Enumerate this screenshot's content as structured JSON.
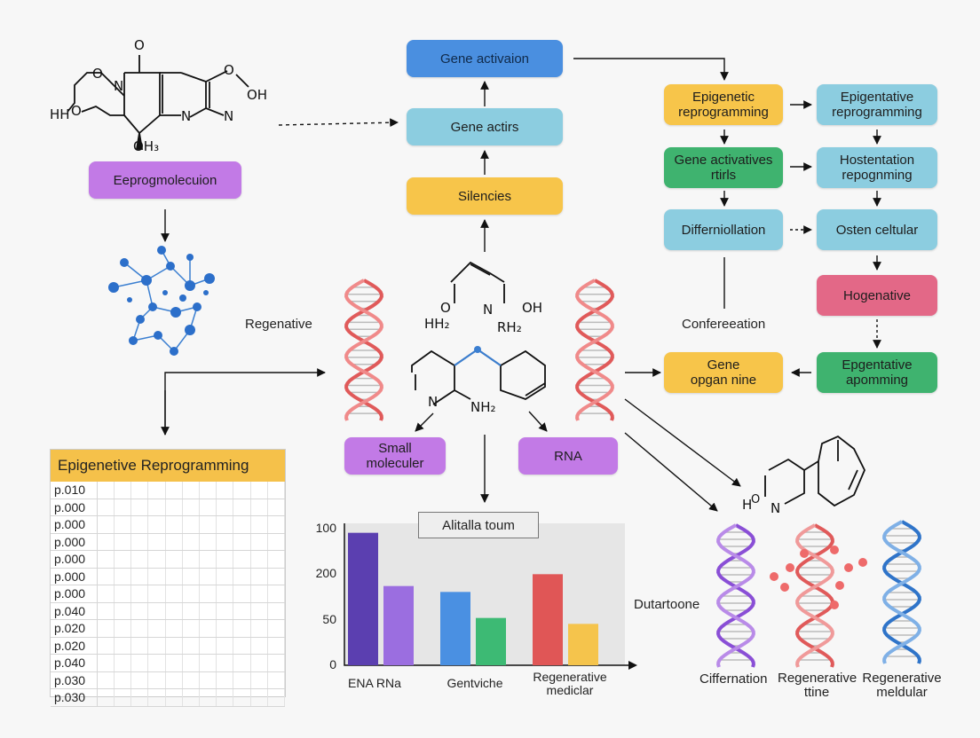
{
  "flow": {
    "gene_activaion": "Gene activaion",
    "gene_actirs": "Gene actirs",
    "silencies": "Silencies",
    "epigenetic_reprogramming": [
      "Epigenetic",
      "reprogramming"
    ],
    "epigentative_reprogramming": [
      "Epigentative",
      "reprogramming"
    ],
    "gene_activatives": [
      "Gene activatives",
      "rtirls"
    ],
    "hostentation": [
      "Hostentation",
      "repognming"
    ],
    "differntiation": "Differniollation",
    "osten_cellular": "Osten celtular",
    "hogenative": "Hogenative",
    "gene_organ": [
      "Gene",
      "opgan nine"
    ],
    "epgentative_apomming": [
      "Epgentative",
      "apomming"
    ],
    "eeprog": "Eeprogmolecuion",
    "small_molecule": "Small moleculer",
    "rna": "RNA"
  },
  "labels": {
    "regenative": "Regenative",
    "confereeation": "Confereeation",
    "dutartoone": "Dutartoone",
    "cifferniation": "Ciffernation",
    "regenerative_ttine": [
      "Regenerative",
      "ttine"
    ],
    "regenerative_meldular": [
      "Regenerative",
      "meldular"
    ]
  },
  "chem": {
    "top_left": {
      "o1": "O",
      "n1": "N",
      "o_top": "O",
      "o2": "O",
      "oh": "OH",
      "hh": "HH",
      "o3": "O",
      "n2": "N",
      "n3": "N",
      "oh3": "OH₃"
    },
    "center": {
      "o": "O",
      "n": "N",
      "oh": "OH",
      "hh2": "HH₂",
      "rh2": "RH₂",
      "n2": "N",
      "nh2": "NH₂"
    },
    "right": {
      "ho": "H",
      "o": "O",
      "n": "N"
    }
  },
  "table": {
    "title": "Epigenetive Reprogramming",
    "rows": [
      "p.010",
      "p.000",
      "p.000",
      "p.000",
      "p.000",
      "p.000",
      "p.000",
      "p.040",
      "p.020",
      "p.020",
      "p.040",
      "p.030",
      "p.030"
    ]
  },
  "chart_data": {
    "type": "bar",
    "title": "Alitalla toum",
    "yticks": [
      "100",
      "200",
      "50",
      "0"
    ],
    "categories": [
      "ENA RNa",
      "Gentviche",
      "Regenerative\nmediclar"
    ],
    "series_per_category": [
      [
        {
          "value": 112,
          "color": "#5b3fb0"
        },
        {
          "value": 67,
          "color": "#9b6ee0"
        }
      ],
      [
        {
          "value": 62,
          "color": "#4a90e2"
        },
        {
          "value": 40,
          "color": "#3dba74"
        }
      ],
      [
        {
          "value": 77,
          "color": "#e05656"
        },
        {
          "value": 35,
          "color": "#f5c44c"
        }
      ]
    ],
    "ylim": [
      0,
      120
    ]
  }
}
